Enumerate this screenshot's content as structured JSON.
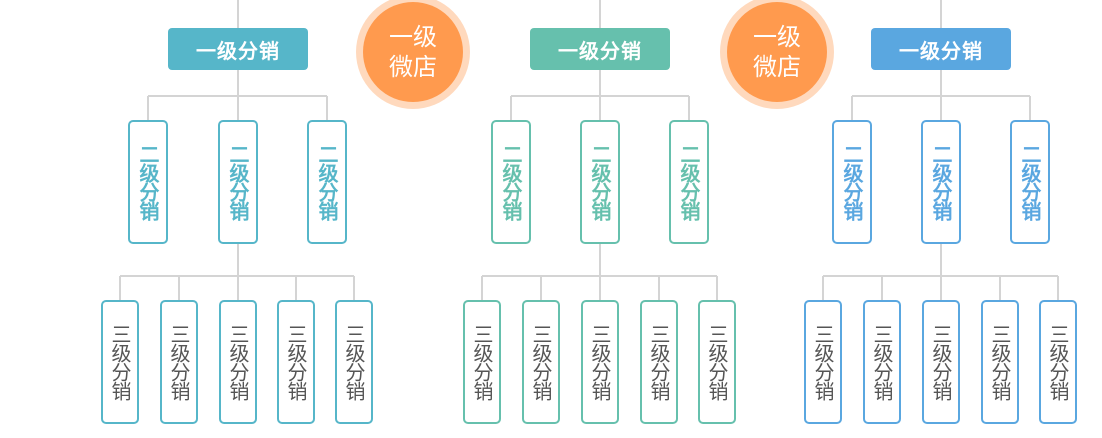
{
  "colors": {
    "line": "#d4d4d4",
    "shop_fill": "#ff9a4e",
    "shop_ring": "#ffd9bd",
    "group_colors": [
      "#56b6c9",
      "#66c0ad",
      "#5aa7e0"
    ]
  },
  "labels": {
    "level1": "一级分销",
    "level2": "二级分销",
    "level3": "三级分销",
    "shop": "一级微店"
  },
  "groups": [
    {
      "name": "group-1",
      "level2_count": 3,
      "level3_count": 5
    },
    {
      "name": "group-2",
      "level2_count": 3,
      "level3_count": 5
    },
    {
      "name": "group-3",
      "level2_count": 3,
      "level3_count": 5
    }
  ],
  "shops": [
    {
      "name": "shop-1"
    },
    {
      "name": "shop-2"
    }
  ]
}
